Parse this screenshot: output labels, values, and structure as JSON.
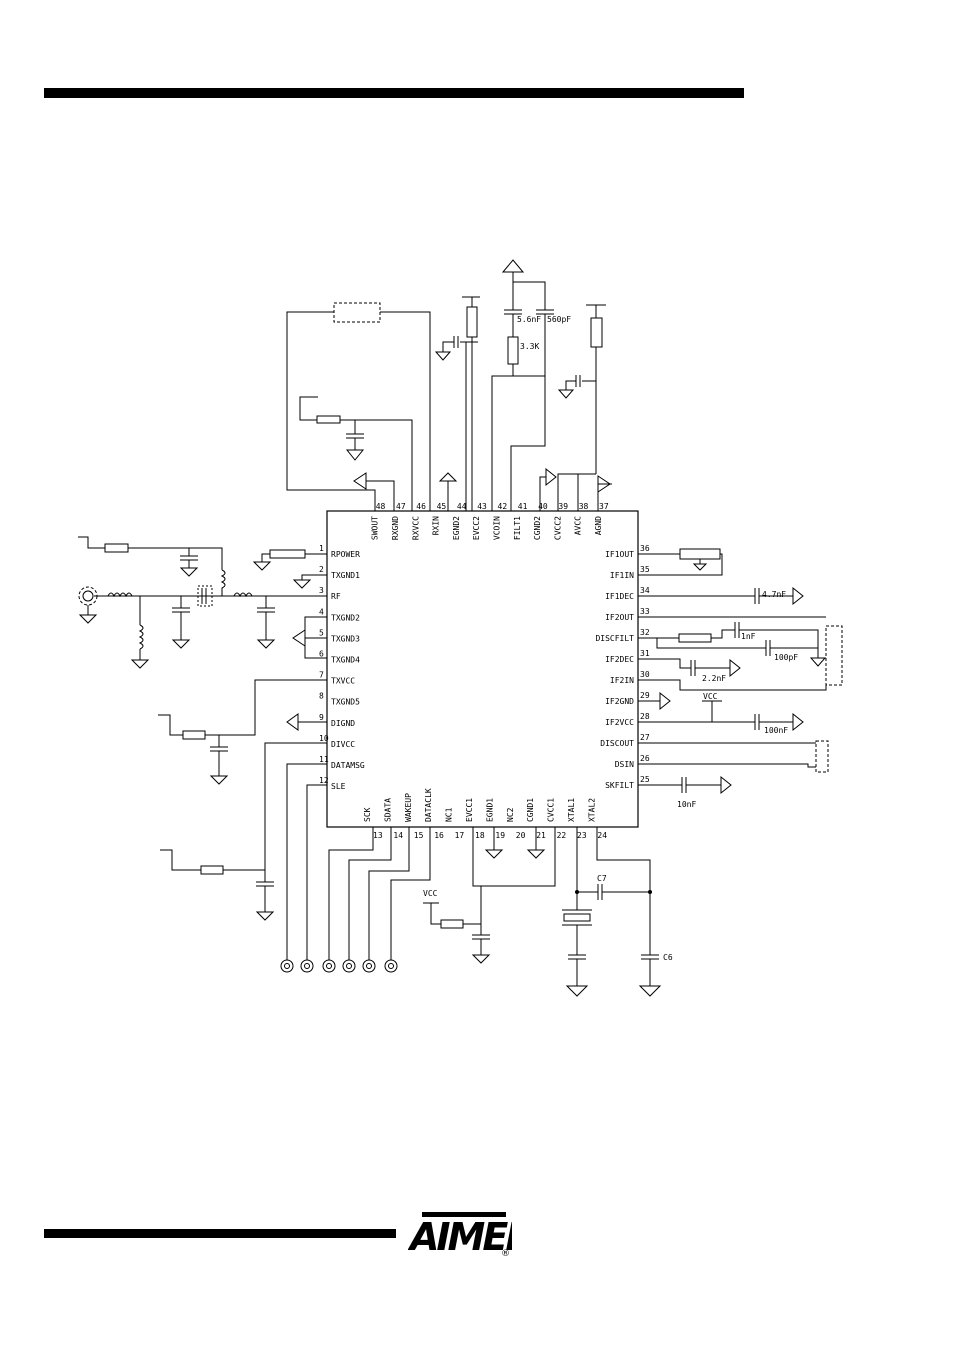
{
  "logo": {
    "text": "AIMEL",
    "registered": "®"
  },
  "pins_left": [
    {
      "num": "1",
      "name": "RPOWER"
    },
    {
      "num": "2",
      "name": "TXGND1"
    },
    {
      "num": "3",
      "name": "RF"
    },
    {
      "num": "4",
      "name": "TXGND2"
    },
    {
      "num": "5",
      "name": "TXGND3"
    },
    {
      "num": "6",
      "name": "TXGND4"
    },
    {
      "num": "7",
      "name": "TXVCC"
    },
    {
      "num": "8",
      "name": "TXGND5"
    },
    {
      "num": "9",
      "name": "DIGND"
    },
    {
      "num": "10",
      "name": "DIVCC"
    },
    {
      "num": "11",
      "name": "DATAMSG"
    },
    {
      "num": "12",
      "name": "SLE"
    }
  ],
  "pins_bottom": [
    {
      "num": "13",
      "name": "SCK"
    },
    {
      "num": "14",
      "name": "SDATA"
    },
    {
      "num": "15",
      "name": "WAKEUP"
    },
    {
      "num": "16",
      "name": "DATACLK"
    },
    {
      "num": "17",
      "name": "NC1"
    },
    {
      "num": "18",
      "name": "EVCC1"
    },
    {
      "num": "19",
      "name": "EGND1"
    },
    {
      "num": "20",
      "name": "NC2"
    },
    {
      "num": "21",
      "name": "CGND1"
    },
    {
      "num": "22",
      "name": "CVCC1"
    },
    {
      "num": "23",
      "name": "XTAL1"
    },
    {
      "num": "24",
      "name": "XTAL2"
    }
  ],
  "pins_right": [
    {
      "num": "25",
      "name": "SKFILT"
    },
    {
      "num": "26",
      "name": "DSIN"
    },
    {
      "num": "27",
      "name": "DISCOUT"
    },
    {
      "num": "28",
      "name": "IF2VCC"
    },
    {
      "num": "29",
      "name": "IF2GND"
    },
    {
      "num": "30",
      "name": "IF2IN"
    },
    {
      "num": "31",
      "name": "IF2DEC"
    },
    {
      "num": "32",
      "name": "DISCFILT"
    },
    {
      "num": "33",
      "name": "IF2OUT"
    },
    {
      "num": "34",
      "name": "IF1DEC"
    },
    {
      "num": "35",
      "name": "IF1IN"
    },
    {
      "num": "36",
      "name": "IF1OUT"
    }
  ],
  "pins_top": [
    {
      "num": "37",
      "name": "AGND"
    },
    {
      "num": "38",
      "name": "AVCC"
    },
    {
      "num": "39",
      "name": "CVCC2"
    },
    {
      "num": "40",
      "name": "CGND2"
    },
    {
      "num": "41",
      "name": "FILT1"
    },
    {
      "num": "42",
      "name": "VCOIN"
    },
    {
      "num": "43",
      "name": "EVCC2"
    },
    {
      "num": "44",
      "name": "EGND2"
    },
    {
      "num": "45",
      "name": "RXIN"
    },
    {
      "num": "46",
      "name": "RXVCC"
    },
    {
      "num": "47",
      "name": "RXGND"
    },
    {
      "num": "48",
      "name": "SWOUT"
    }
  ],
  "values": {
    "c_5n6": "5.6nF",
    "c_560p": "560pF",
    "r_3k3": "3.3K",
    "c_4n7": "4.7nF",
    "c_1n": "1nF",
    "c_100p": "100pF",
    "c_2n2": "2.2nF",
    "vcc_right": "VCC",
    "c_100n": "100nF",
    "c_10n": "10nF",
    "vcc_bottom": "VCC",
    "c7": "C7",
    "c6": "C6"
  }
}
